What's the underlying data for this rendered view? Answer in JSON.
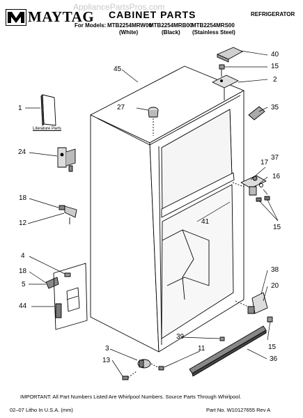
{
  "header": {
    "brand": "MAYTAG",
    "watermark": "AppliancePartsPros.com",
    "title": "CABINET PARTS",
    "category": "REFRIGERATOR",
    "models_prefix": "For Models:",
    "models": [
      {
        "model": "MTB2254MRW00",
        "variant": "(White)"
      },
      {
        "model": "MTB2254MRB00",
        "variant": "(Black)"
      },
      {
        "model": "MTB2254MRS00",
        "variant": "(Stainless Steel)"
      }
    ]
  },
  "parts": [
    {
      "number": "1",
      "label": "Literature Parts"
    },
    {
      "number": "2"
    },
    {
      "number": "3"
    },
    {
      "number": "4"
    },
    {
      "number": "5"
    },
    {
      "number": "11"
    },
    {
      "number": "12"
    },
    {
      "number": "13"
    },
    {
      "number": "15"
    },
    {
      "number": "16"
    },
    {
      "number": "17"
    },
    {
      "number": "18"
    },
    {
      "number": "20"
    },
    {
      "number": "24"
    },
    {
      "number": "27"
    },
    {
      "number": "35"
    },
    {
      "number": "36"
    },
    {
      "number": "37"
    },
    {
      "number": "38"
    },
    {
      "number": "39"
    },
    {
      "number": "40"
    },
    {
      "number": "41"
    },
    {
      "number": "44"
    },
    {
      "number": "45"
    }
  ],
  "footer": {
    "notice": "IMPORTANT: All Part Numbers Listed Are Whirlpool Numbers. Source Parts Through Whirlpool.",
    "litho": "02–07 Litho In U.S.A. (mm)",
    "part_number": "Part No. W10127655 Rev A"
  }
}
